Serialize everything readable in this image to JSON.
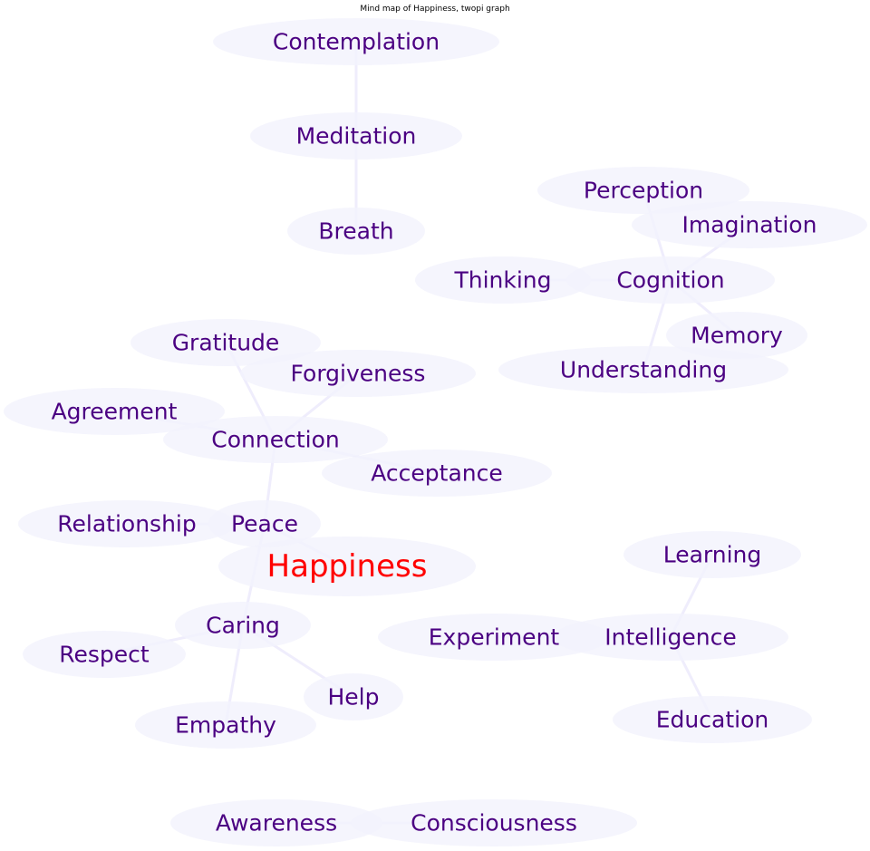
{
  "title": "Mind map of Happiness, twopi graph",
  "colors": {
    "text": "#4b0082",
    "root_text": "#ff0000",
    "node_fill": "#f3f2fd",
    "edge": "#efedfc"
  },
  "nodes": [
    {
      "id": "happiness",
      "label": "Happiness",
      "root": true
    },
    {
      "id": "peace",
      "label": "Peace",
      "hub": true
    },
    {
      "id": "cognition",
      "label": "Cognition",
      "hub": true
    },
    {
      "id": "intelligence",
      "label": "Intelligence",
      "hub": true
    },
    {
      "id": "consciousness",
      "label": "Consciousness",
      "hub": true
    },
    {
      "id": "contemplation",
      "label": "Contemplation"
    },
    {
      "id": "meditation",
      "label": "Meditation"
    },
    {
      "id": "breath",
      "label": "Breath"
    },
    {
      "id": "perception",
      "label": "Perception"
    },
    {
      "id": "imagination",
      "label": "Imagination"
    },
    {
      "id": "thinking",
      "label": "Thinking"
    },
    {
      "id": "memory",
      "label": "Memory"
    },
    {
      "id": "understanding",
      "label": "Understanding"
    },
    {
      "id": "connection",
      "label": "Connection"
    },
    {
      "id": "gratitude",
      "label": "Gratitude"
    },
    {
      "id": "forgiveness",
      "label": "Forgiveness"
    },
    {
      "id": "agreement",
      "label": "Agreement"
    },
    {
      "id": "acceptance",
      "label": "Acceptance"
    },
    {
      "id": "relationship",
      "label": "Relationship"
    },
    {
      "id": "caring",
      "label": "Caring"
    },
    {
      "id": "respect",
      "label": "Respect"
    },
    {
      "id": "help",
      "label": "Help"
    },
    {
      "id": "empathy",
      "label": "Empathy"
    },
    {
      "id": "learning",
      "label": "Learning"
    },
    {
      "id": "experiment",
      "label": "Experiment"
    },
    {
      "id": "education",
      "label": "Education"
    },
    {
      "id": "awareness",
      "label": "Awareness"
    }
  ],
  "edges": [
    [
      "contemplation",
      "meditation"
    ],
    [
      "meditation",
      "breath"
    ],
    [
      "cognition",
      "perception"
    ],
    [
      "cognition",
      "imagination"
    ],
    [
      "cognition",
      "thinking"
    ],
    [
      "cognition",
      "memory"
    ],
    [
      "cognition",
      "understanding"
    ],
    [
      "peace",
      "connection"
    ],
    [
      "connection",
      "gratitude"
    ],
    [
      "connection",
      "forgiveness"
    ],
    [
      "connection",
      "agreement"
    ],
    [
      "connection",
      "acceptance"
    ],
    [
      "peace",
      "relationship"
    ],
    [
      "peace",
      "caring"
    ],
    [
      "caring",
      "respect"
    ],
    [
      "caring",
      "help"
    ],
    [
      "caring",
      "empathy"
    ],
    [
      "intelligence",
      "learning"
    ],
    [
      "intelligence",
      "experiment"
    ],
    [
      "intelligence",
      "education"
    ],
    [
      "consciousness",
      "awareness"
    ],
    [
      "happiness",
      "peace"
    ]
  ]
}
